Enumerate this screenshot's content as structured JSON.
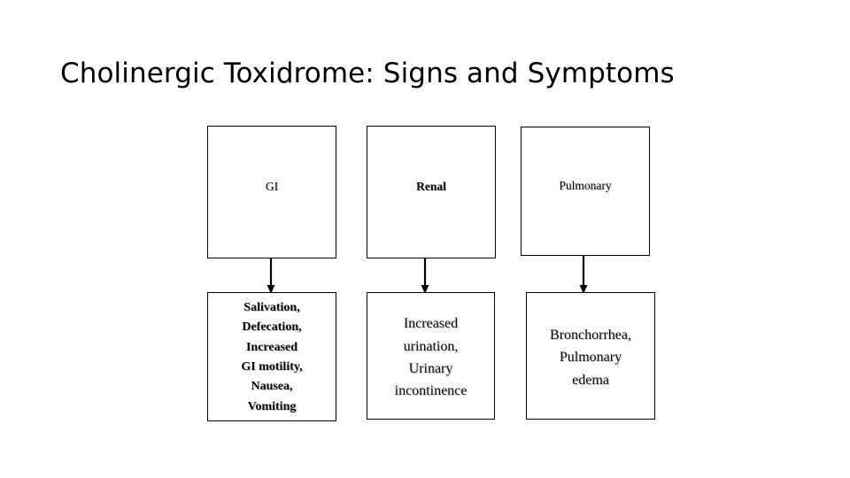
{
  "slide": {
    "title": "Cholinergic Toxidrome: Signs and Symptoms",
    "background_color": "#ffffff",
    "text_color": "#000000",
    "line_color": "#000000"
  },
  "diagram": {
    "type": "flowchart",
    "layout": "three-columns-two-rows",
    "columns": [
      {
        "system": "GI",
        "symptoms": "Salivation,\nDefecation,\nIncreased\nGI motility,\nNausea,\nVomiting",
        "symptom_lines": [
          "Salivation,",
          "Defecation,",
          "Increased",
          "GI motility,",
          "Nausea,",
          "Vomiting"
        ],
        "connector": "down-arrow"
      },
      {
        "system": "Renal",
        "symptoms": "Increased\nurination,\nUrinary\nincontinence",
        "symptom_lines": [
          "Increased",
          "urination,",
          "Urinary",
          "incontinence"
        ],
        "connector": "down-arrow"
      },
      {
        "system": "Pulmonary",
        "symptoms": "Bronchorrhea,\nPulmonary\nedema",
        "symptom_lines": [
          "Bronchorrhea,",
          "Pulmonary",
          "edema"
        ],
        "connector": "down-arrow"
      }
    ]
  }
}
